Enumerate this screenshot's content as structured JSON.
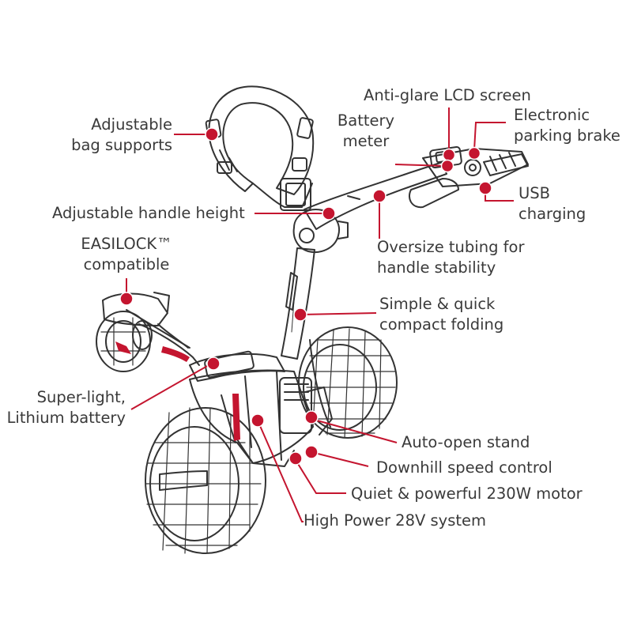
{
  "accent_color": "#c4152f",
  "drawing_color": "#333333",
  "labels": {
    "lcd": "Anti-glare LCD screen",
    "battery_meter": [
      "Battery",
      "meter"
    ],
    "parking_brake": [
      "Electronic",
      "parking brake"
    ],
    "bag_supports": [
      "Adjustable",
      "bag supports"
    ],
    "handle_height": "Adjustable handle height",
    "usb": [
      "USB",
      "charging"
    ],
    "tubing": [
      "Oversize tubing for",
      "handle stability"
    ],
    "easilock": [
      "EASILOCK™",
      "compatible"
    ],
    "folding": [
      "Simple & quick",
      "compact folding"
    ],
    "battery": [
      "Super-light,",
      "Lithium battery"
    ],
    "stand": "Auto-open stand",
    "downhill": "Downhill speed control",
    "motor": "Quiet & powerful 230W motor",
    "system": "High Power 28V system"
  }
}
